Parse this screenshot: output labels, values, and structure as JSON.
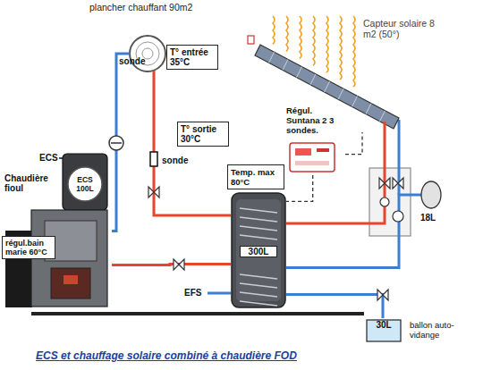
{
  "diagram": {
    "title": "ECS et chauffage solaire combiné à chaudière FOD",
    "nodes": [
      {
        "text": [
          "plancher chauffant 90m2"
        ]
      },
      {
        "text": [
          "T° entrée 35°C"
        ]
      },
      {
        "text": [
          "T° sortie 30°C"
        ]
      },
      {
        "text": [
          "Capteur solaire 8 m2 (50°)"
        ]
      },
      {
        "text": [
          "Régul. Suntana 2 3 sondes."
        ]
      },
      {
        "text": [
          "Chaudière fioul"
        ]
      },
      {
        "text": [
          "ECS 100L"
        ],
        "in": 5
      },
      {
        "text": [
          "régul.bain marie 60°C"
        ]
      },
      {
        "text": [
          "300L"
        ]
      },
      {
        "text": [
          "Temp. max 80°C"
        ]
      },
      {
        "text": [
          "18L"
        ]
      },
      {
        "text": [
          "ballon auto-vidange",
          "30L"
        ]
      }
    ],
    "edges": [
      {
        "from": 8,
        "to": 0,
        "arrow": "none"
      },
      {
        "from": 0,
        "to": 5,
        "arrow": "none"
      },
      {
        "from": 5,
        "to": 8,
        "arrow": "none"
      },
      {
        "from": 3,
        "to": 8,
        "arrow": "none"
      },
      {
        "from": 10,
        "to": 8,
        "arrow": "none"
      },
      {
        "from": 11,
        "to": 8,
        "arrow": "none"
      },
      {
        "from": 4,
        "to": 8,
        "arrow": "none"
      },
      {
        "from": 4,
        "to": 3,
        "arrow": "none"
      }
    ],
    "labels": [
      "sonde",
      "sonde",
      "ECS",
      "EFS"
    ]
  }
}
